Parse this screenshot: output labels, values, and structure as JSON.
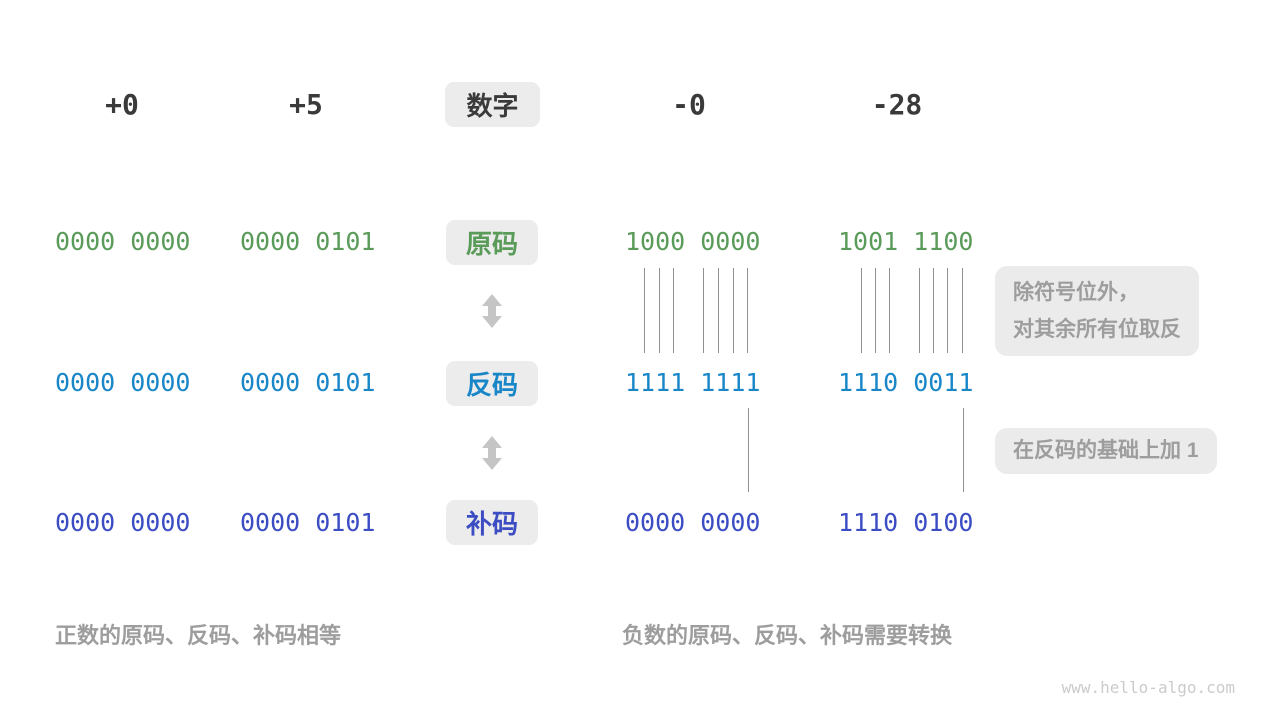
{
  "colors": {
    "green": "#5a9b5a",
    "blue": "#1986c8",
    "indigo": "#3c4dc3",
    "dark": "#3a3a3a",
    "gray": "#9d9d9d",
    "badge_bg": "#ececec",
    "note_bg": "#ebebeb",
    "arrow": "#c5c5c5",
    "line": "#909090",
    "watermark": "#cbcbcb"
  },
  "header": {
    "badge": "数字",
    "numbers": [
      "+0",
      "+5",
      "-0",
      "-28"
    ]
  },
  "rows": [
    {
      "key": "sign_magnitude",
      "badge": "原码",
      "values": [
        "0000 0000",
        "0000 0101",
        "1000 0000",
        "1001 1100"
      ]
    },
    {
      "key": "ones_complement",
      "badge": "反码",
      "values": [
        "0000 0000",
        "0000 0101",
        "1111 1111",
        "1110 0011"
      ]
    },
    {
      "key": "twos_complement",
      "badge": "补码",
      "values": [
        "0000 0000",
        "0000 0101",
        "0000 0000",
        "1110 0100"
      ]
    }
  ],
  "annotations": {
    "invert_line1": "除符号位外，",
    "invert_line2": "对其余所有位取反",
    "add_one": "在反码的基础上加 1"
  },
  "captions": {
    "positive": "正数的原码、反码、补码相等",
    "negative": "负数的原码、反码、补码需要转换"
  },
  "watermark": "www.hello-algo.com"
}
